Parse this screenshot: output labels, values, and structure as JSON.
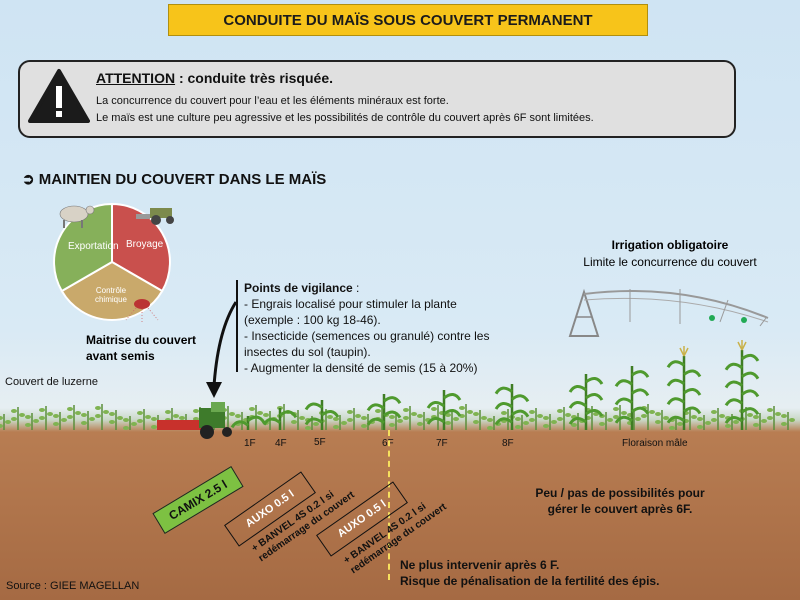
{
  "title": "CONDUITE DU MAÏS SOUS COUVERT PERMANENT",
  "alert": {
    "heading": "ATTENTION",
    "heading_rest": " : conduite très risquée.",
    "line1": "La concurrence du couvert pour l’eau et les éléments minéraux est forte.",
    "line2": "Le maïs est une culture peu agressive et les possibilités de contrôle du couvert après 6F sont limitées."
  },
  "section_title": "➲ MAINTIEN DU COUVERT DANS LE MAÏS",
  "pie": {
    "slices": [
      {
        "label": "Exportation",
        "color": "#86b05a"
      },
      {
        "label": "Broyage",
        "color": "#c9504d"
      },
      {
        "label": "Contrôle chimique",
        "color": "#c9a96b"
      }
    ],
    "caption_line1": "Maitrise du couvert",
    "caption_line2": "avant semis"
  },
  "vigilance": {
    "title": "Points de vigilance",
    "title_rest": " :",
    "items": [
      "- Engrais localisé pour stimuler la plante",
      "(exemple : 100 kg 18-46).",
      "- Insecticide (semences ou granulé) contre les",
      "insectes du sol (taupin).",
      "- Augmenter la densité de semis (15 à 20%)"
    ]
  },
  "irrigation": {
    "title": "Irrigation obligatoire",
    "subtitle": "Limite le concurrence du couvert"
  },
  "cover_label": "Couvert de luzerne",
  "stages": [
    "1F",
    "4F",
    "5F",
    "6F",
    "7F",
    "8F",
    "Floraison mâle"
  ],
  "treatments": {
    "camix": "CAMIX 2.5 l",
    "auxo1": "AUXO 0.5 l",
    "banvel1_line1": "+ BANVEL 4S 0.2 l si",
    "banvel1_line2": "redémarrage du couvert",
    "auxo2": "AUXO 0.5 l",
    "banvel2_line1": "+ BANVEL 4S 0.2 l si",
    "banvel2_line2": "redémarrage du couvert"
  },
  "right_note_line1": "Peu / pas de possibilités pour",
  "right_note_line2": "gérer le couvert après 6F.",
  "bottom_note_line1": "Ne plus intervenir après 6 F.",
  "bottom_note_line2": "Risque de pénalisation de la fertilité des épis.",
  "source": "Source : GIEE MAGELLAN",
  "colors": {
    "title_bg": "#f7c41a",
    "camix_bg": "#7dc142",
    "soil": "#a56a43"
  }
}
